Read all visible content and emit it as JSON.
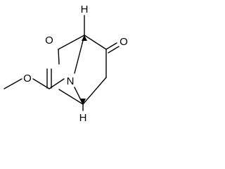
{
  "molecule": {
    "atoms": {
      "carbonyl_oxygen": "O",
      "ester_oxygen": "O",
      "bridge_nitrogen": "N",
      "top_hydrogen": "H",
      "bottom_hydrogen": "H"
    }
  },
  "colors": {
    "bond": "#000000",
    "label": "#000000",
    "background": "#ffffff"
  }
}
